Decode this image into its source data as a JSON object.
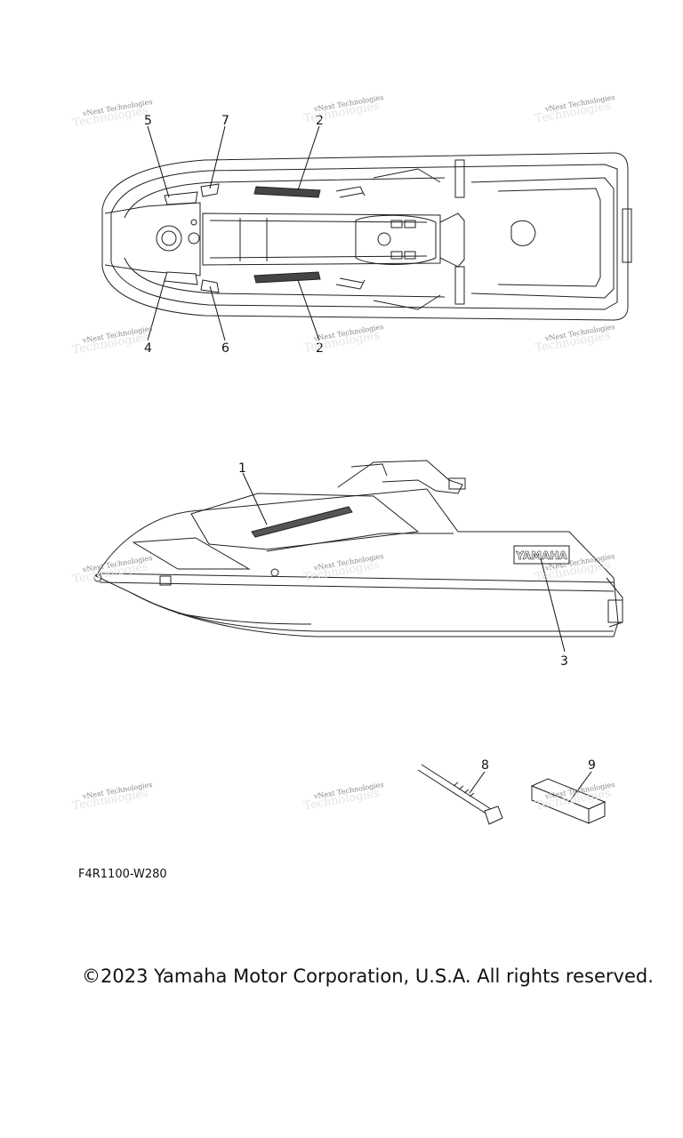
{
  "callouts": {
    "c1": "1",
    "c2a": "2",
    "c2b": "2",
    "c3": "3",
    "c4": "4",
    "c5": "5",
    "c6": "6",
    "c7": "7",
    "c8": "8",
    "c9": "9"
  },
  "decal_text": "YAMAHA",
  "watermark": "vNext Technologies",
  "diagram_code": "F4R1100-W280",
  "copyright": "©2023 Yamaha Motor Corporation, U.S.A. All rights reserved."
}
